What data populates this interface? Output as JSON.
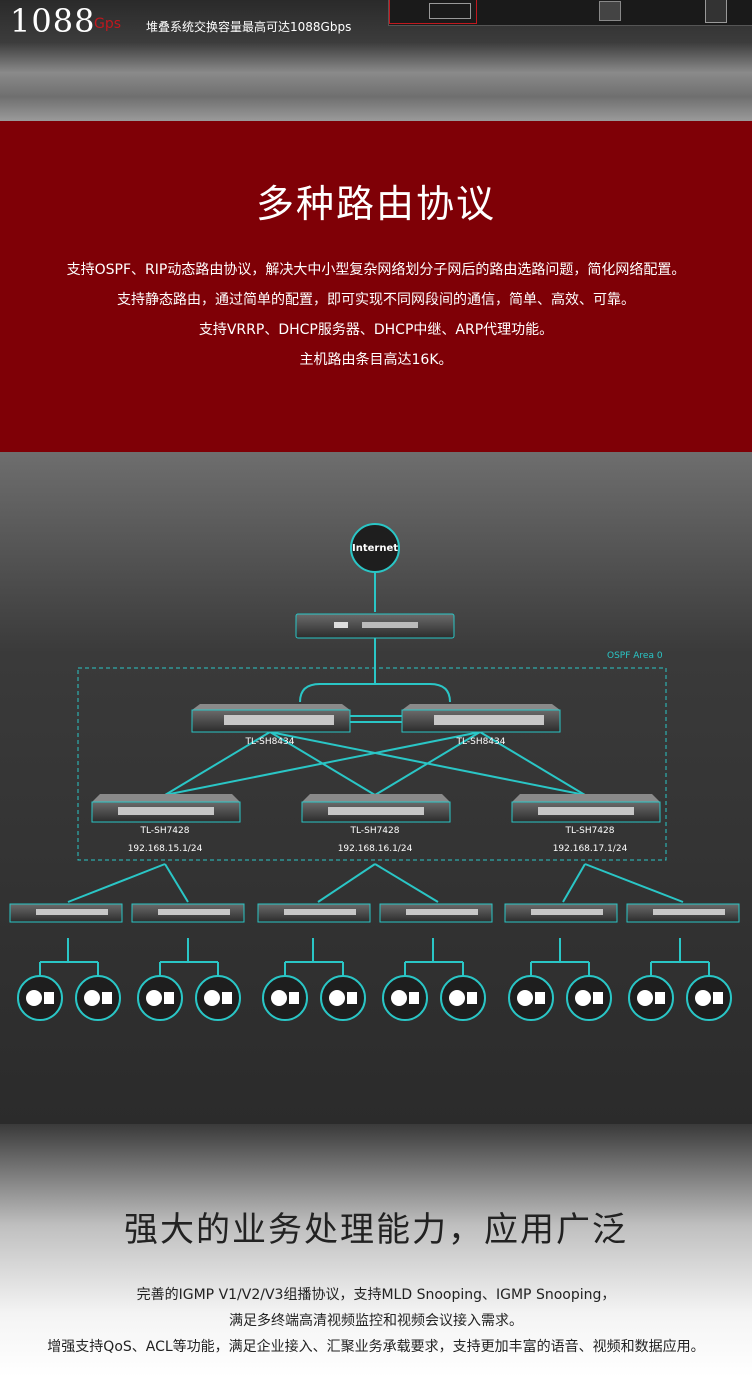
{
  "banner": {
    "value": "1088",
    "unit": "Gps",
    "description": "堆叠系统交换容量最高可达1088Gbps"
  },
  "routing": {
    "title": "多种路由协议",
    "lines": [
      "支持OSPF、RIP动态路由协议，解决大中小型复杂网络划分子网后的路由选路问题，简化网络配置。",
      "支持静态路由，通过简单的配置，即可实现不同网段间的通信，简单、高效、可靠。",
      "支持VRRP、DHCP服务器、DHCP中继、ARP代理功能。",
      "主机路由条目高达16K。"
    ]
  },
  "diagram": {
    "internet_label": "Internet",
    "area_label": "OSPF Area 0",
    "core_labels": [
      "TL-SH8434",
      "TL-SH8434"
    ],
    "agg_labels": [
      "TL-SH7428",
      "TL-SH7428",
      "TL-SH7428"
    ],
    "agg_ips": [
      "192.168.15.1/24",
      "192.168.16.1/24",
      "192.168.17.1/24"
    ],
    "colors": {
      "link": "#2ac6c6",
      "accent": "#7f0006"
    }
  },
  "business": {
    "title": "强大的业务处理能力，应用广泛",
    "lines": [
      "完善的IGMP V1/V2/V3组播协议，支持MLD Snooping、IGMP Snooping，",
      "满足多终端高清视频监控和视频会议接入需求。",
      "增强支持QoS、ACL等功能，满足企业接入、汇聚业务承载要求，支持更加丰富的语音、视频和数据应用。"
    ]
  }
}
